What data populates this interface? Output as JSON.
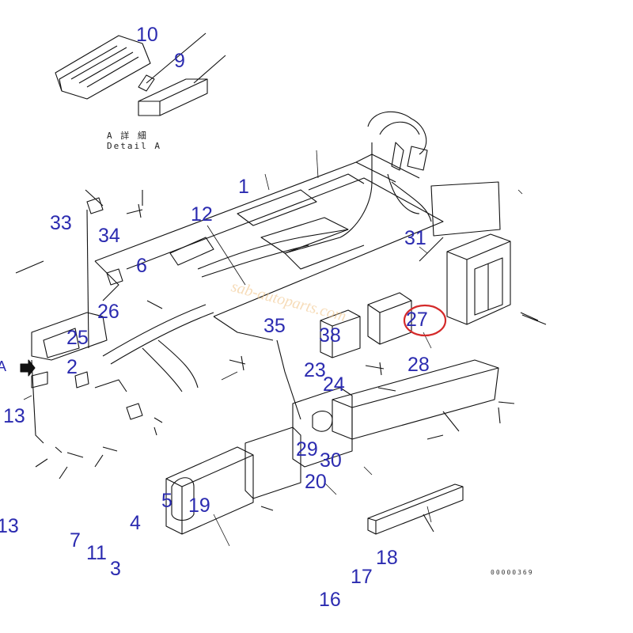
{
  "detail": {
    "japanese_label": "A 詳 細",
    "english_label": "Detail A",
    "arrow_letter": "A"
  },
  "drawing_number": "00000369",
  "watermark_text": "sab-autoparts.com",
  "highlight_color": "#d42a2a",
  "callout_color": "#2b2bb0",
  "callouts": [
    "10",
    "9",
    "1",
    "12",
    "33",
    "34",
    "6",
    "31",
    "26",
    "25",
    "2",
    "35",
    "38",
    "27",
    "28",
    "23",
    "24",
    "13",
    "29",
    "30",
    "20",
    "5",
    "19",
    "4",
    "13",
    "7",
    "11",
    "3",
    "18",
    "17",
    "16"
  ]
}
